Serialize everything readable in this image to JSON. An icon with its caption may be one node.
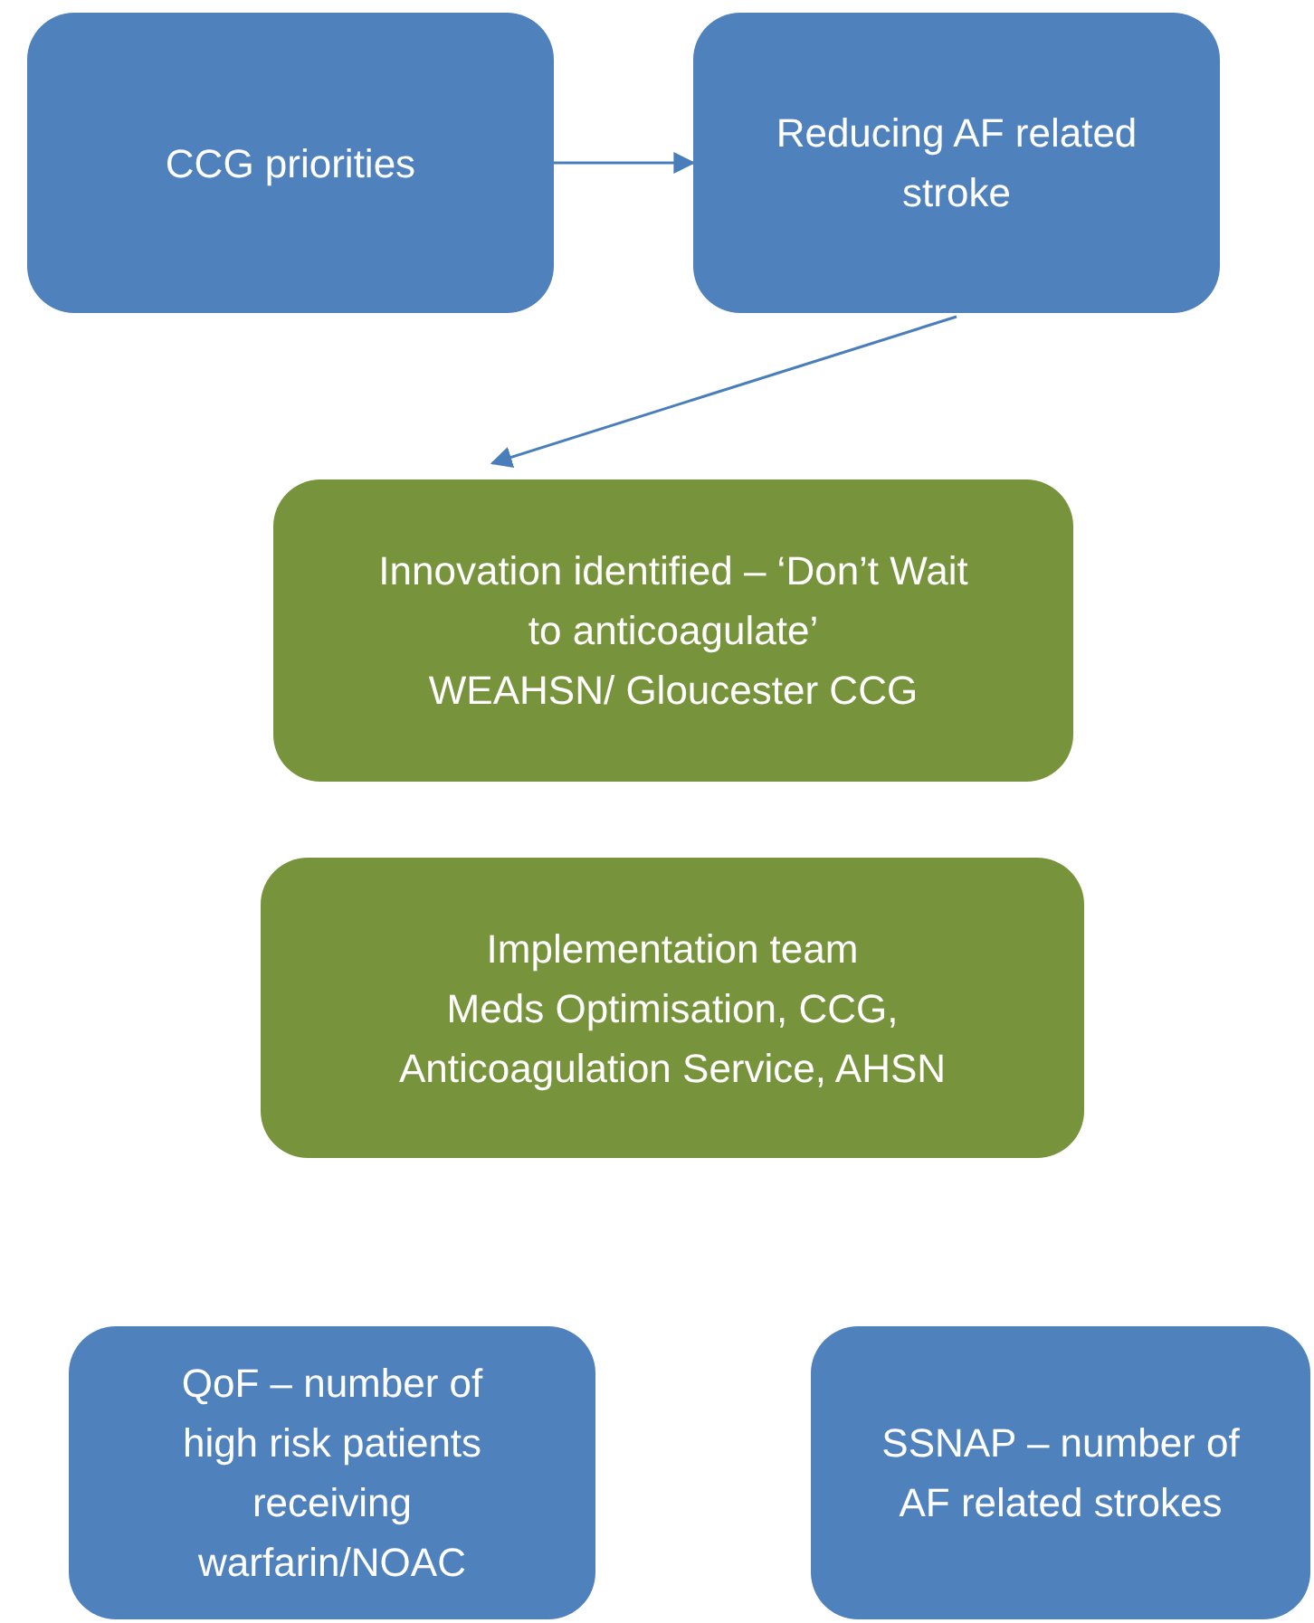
{
  "diagram": {
    "nodes": [
      {
        "text": [
          "CCG priorities"
        ]
      },
      {
        "text": [
          "Reducing AF related stroke"
        ]
      },
      {
        "text": [
          "Innovation identified – ‘Don’t Wait to anticoagulate’",
          "WEAHSN/ Gloucester CCG"
        ]
      },
      {
        "text": [
          "Implementation team",
          "Meds Optimisation, CCG, Anticoagulation Service, AHSN"
        ]
      },
      {
        "text": [
          "QoF – number of high risk patients receiving warfarin/NOAC"
        ]
      },
      {
        "text": [
          "SSNAP – number of AF related strokes"
        ]
      }
    ],
    "edges": [
      {
        "from": 0,
        "to": 1,
        "arrow": "to"
      },
      {
        "from": 1,
        "to": 2,
        "arrow": "to"
      }
    ]
  }
}
